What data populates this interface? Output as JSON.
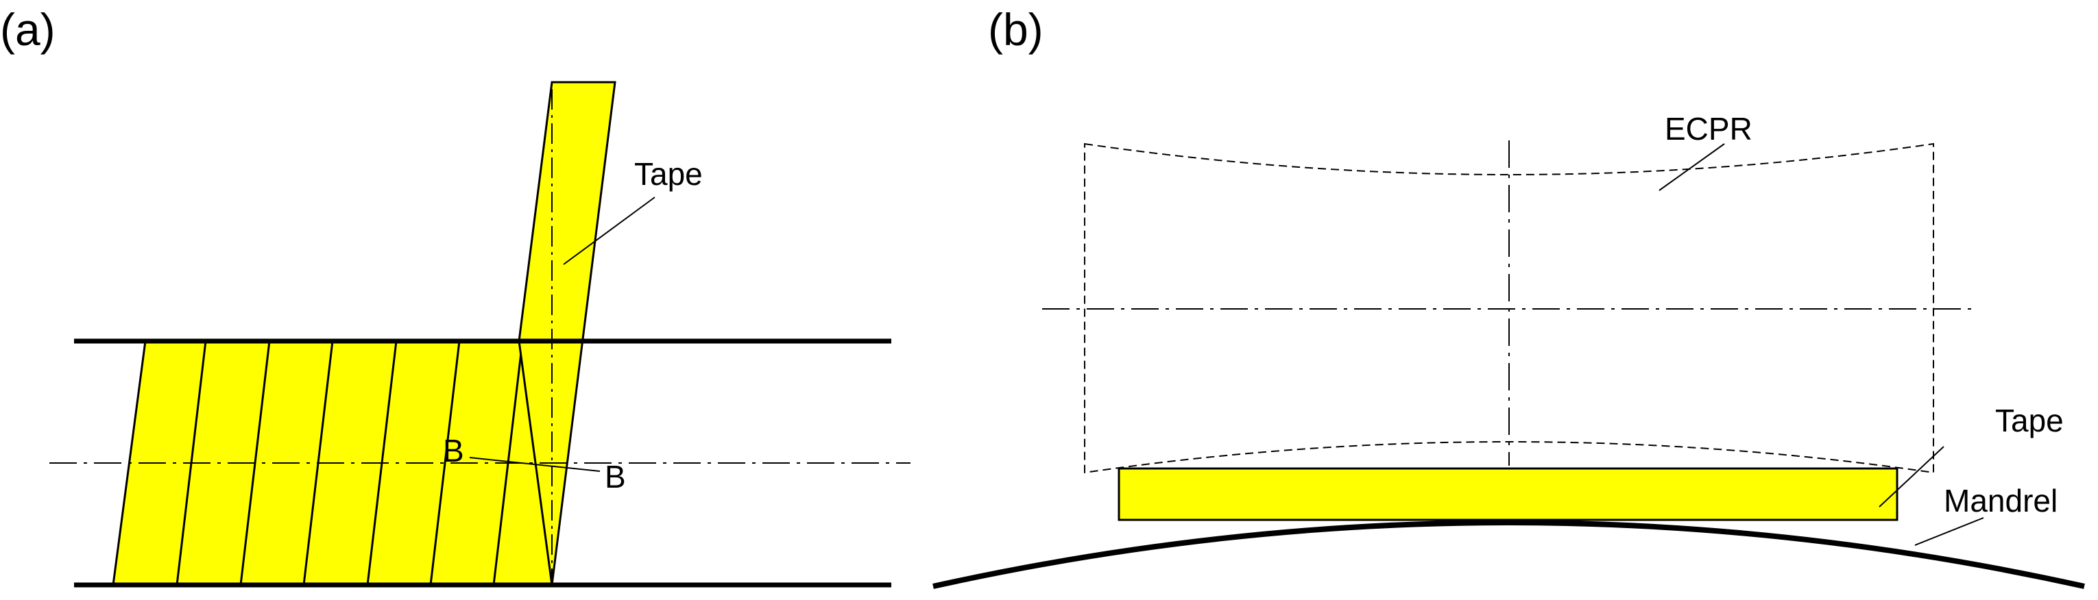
{
  "colors": {
    "tape_fill": "#ffff00",
    "stroke": "#000000",
    "background": "#ffffff"
  },
  "panel_a": {
    "label": "(a)",
    "tape_label": "Tape",
    "point_label_1": "B",
    "point_label_2": "B"
  },
  "panel_b": {
    "label": "(b)",
    "ecpr_label": "ECPR",
    "tape_label": "Tape",
    "mandrel_label": "Mandrel"
  }
}
